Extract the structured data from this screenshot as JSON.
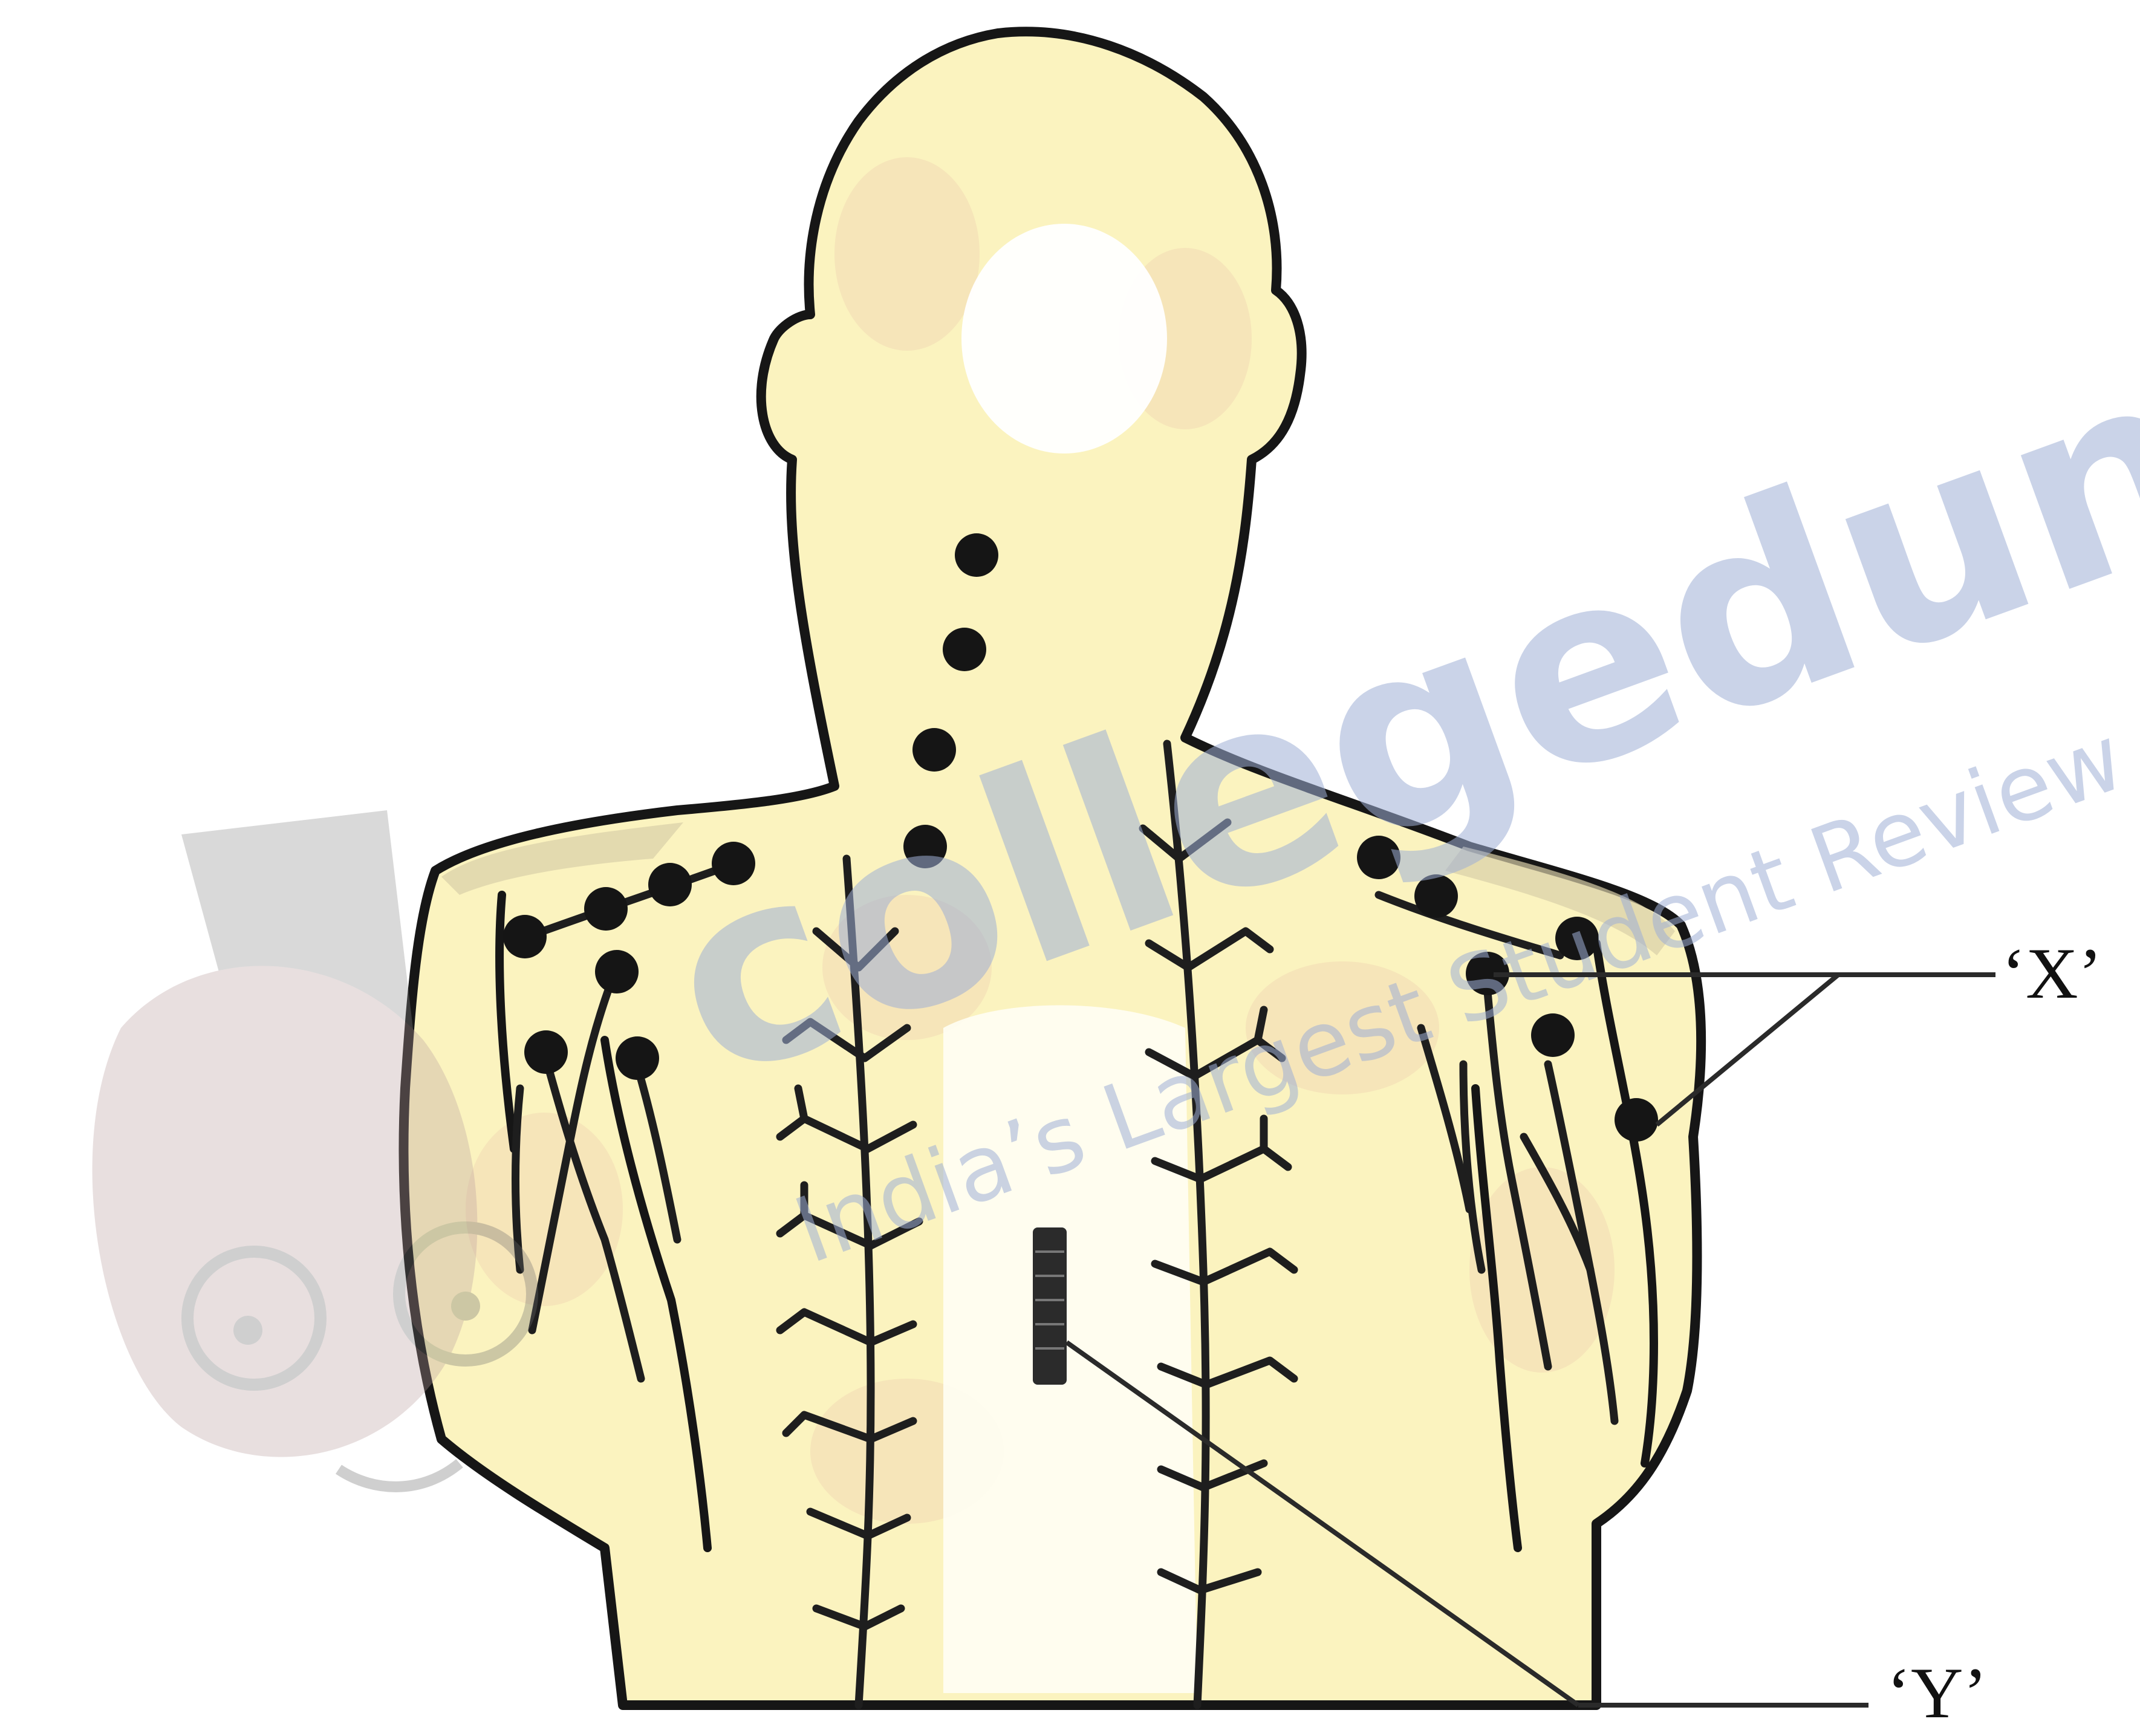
{
  "diagram": {
    "labels": {
      "x": "‘X’",
      "y": "‘Y’"
    },
    "colors": {
      "skin": "#fbf3bf",
      "skin_tint": "#f3d8b5",
      "outline": "#161616",
      "vessel": "#1e1e1e",
      "node": "#151515",
      "leader": "#2a2a2a"
    }
  },
  "watermark": {
    "brand": "collegedun",
    "tagline": "India’s Largest Student Review",
    "color": "#9fb0d6"
  }
}
